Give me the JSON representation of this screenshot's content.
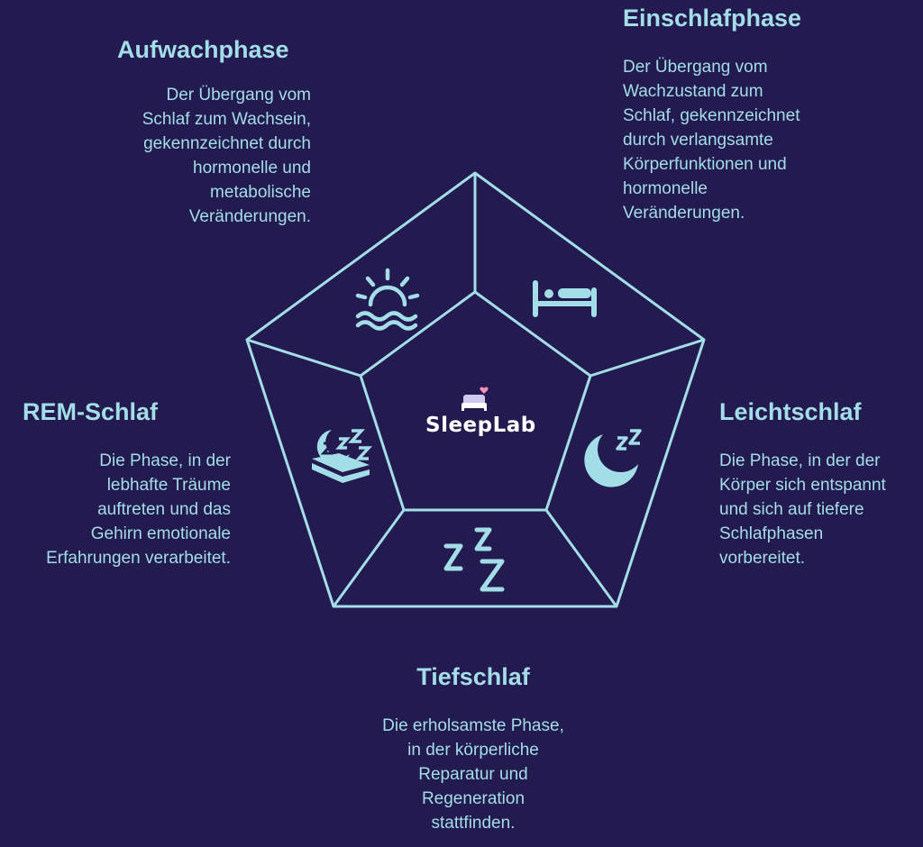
{
  "center": {
    "logo_text": "SleepLab",
    "logo_icon": "bed-heart-icon"
  },
  "phases": [
    {
      "title": "Einschlafphase",
      "icon": "bed-icon",
      "description": "Der Übergang vom\nWachzustand zum\nSchlaf, gekennzeichnet\ndurch verlangsamte\nKörperfunktionen und\nhormonelle\nVeränderungen."
    },
    {
      "title": "Leichtschlaf",
      "icon": "moon-zz-icon",
      "description": "Die Phase, in der der\nKörper sich entspannt\nund sich auf tiefere\nSchlafphasen\nvorbereitet."
    },
    {
      "title": "Tiefschlaf",
      "icon": "zzz-icon",
      "description": "Die erholsamste Phase,\nin der körperliche\nReparatur und\nRegeneration\nstattfinden."
    },
    {
      "title": "REM-Schlaf",
      "icon": "dreaming-sleeper-icon",
      "description": "Die Phase, in der\nlebhafte Träume\nauftreten und das\nGehirn emotionale\nErfahrungen verarbeitet."
    },
    {
      "title": "Aufwachphase",
      "icon": "sunrise-icon",
      "description": "Der Übergang vom\nSchlaf zum Wachsein,\ngekennzeichnet durch\nhormonelle und\nmetabolische\nVeränderungen."
    }
  ],
  "colors": {
    "background": "#231a4f",
    "accent": "#a3dde8",
    "logo": "#ffffff"
  }
}
